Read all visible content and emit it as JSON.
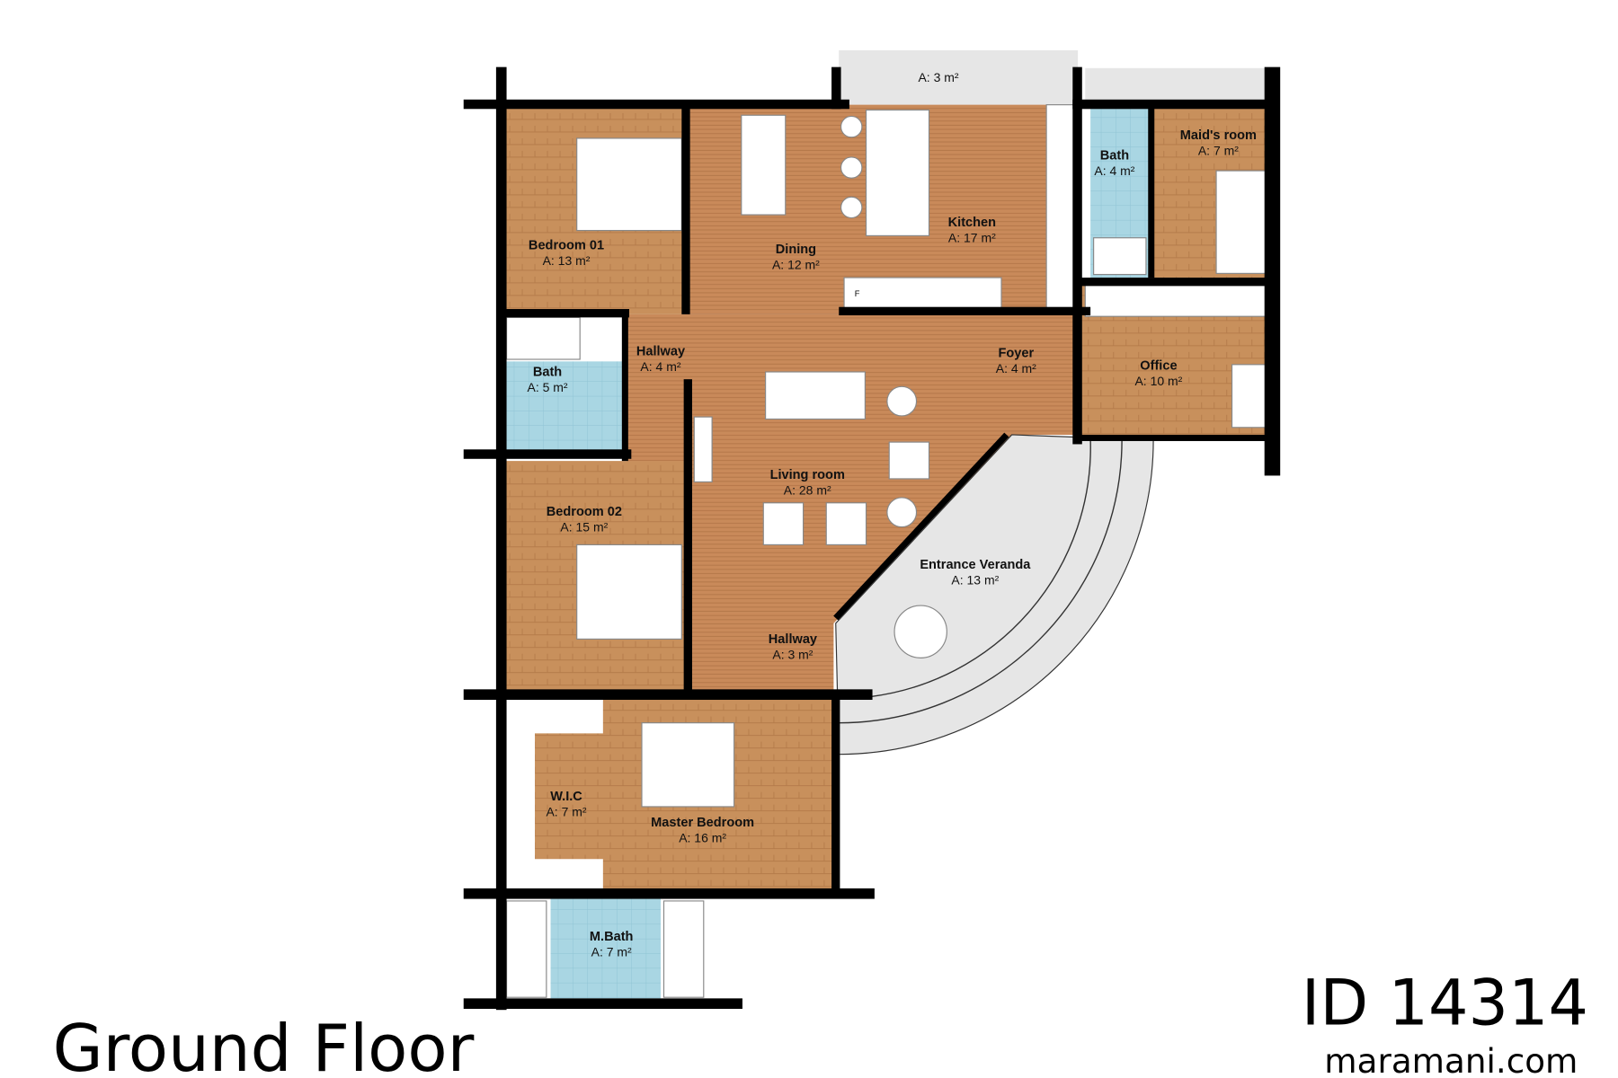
{
  "title": "Ground Floor",
  "plan_id": "ID 14314",
  "website": "maramani.com",
  "kitchen_fridge_label": "F",
  "colors": {
    "parquet": "#c8905c",
    "wood": "#c98a5a",
    "tile": "#a9d6e3",
    "veranda": "#e6e6e6",
    "wall": "#000000"
  },
  "rooms": {
    "balcony": {
      "area": "A: 3 m²"
    },
    "bedroom01": {
      "name": "Bedroom 01",
      "area": "A: 13 m²"
    },
    "dining": {
      "name": "Dining",
      "area": "A: 12 m²"
    },
    "kitchen": {
      "name": "Kitchen",
      "area": "A: 17 m²"
    },
    "bath_maid": {
      "name": "Bath",
      "area": "A: 4 m²"
    },
    "maids_room": {
      "name": "Maid's room",
      "area": "A: 7 m²"
    },
    "hallway1": {
      "name": "Hallway",
      "area": "A: 4 m²"
    },
    "foyer": {
      "name": "Foyer",
      "area": "A: 4 m²"
    },
    "office": {
      "name": "Office",
      "area": "A: 10 m²"
    },
    "bath1": {
      "name": "Bath",
      "area": "A: 5 m²"
    },
    "living": {
      "name": "Living room",
      "area": "A: 28 m²"
    },
    "bedroom02": {
      "name": "Bedroom 02",
      "area": "A: 15 m²"
    },
    "veranda": {
      "name": "Entrance Veranda",
      "area": "A: 13 m²"
    },
    "hallway2": {
      "name": "Hallway",
      "area": "A: 3 m²"
    },
    "wic": {
      "name": "W.I.C",
      "area": "A: 7 m²"
    },
    "master": {
      "name": "Master Bedroom",
      "area": "A: 16 m²"
    },
    "mbath": {
      "name": "M.Bath",
      "area": "A: 7 m²"
    }
  }
}
